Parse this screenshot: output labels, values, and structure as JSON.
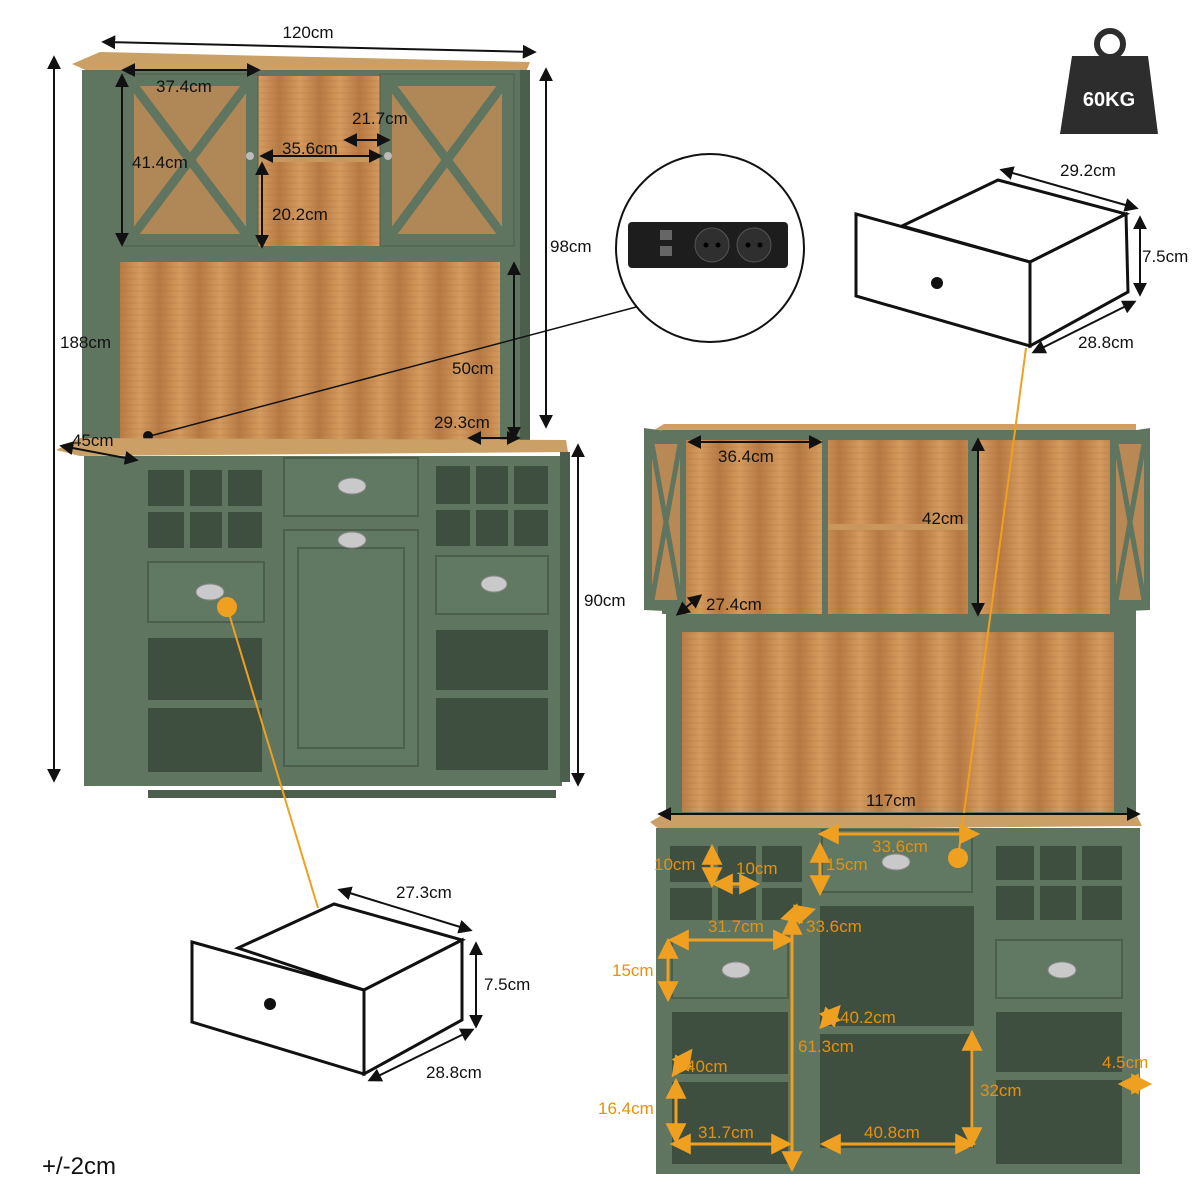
{
  "weight": {
    "label": "60KG"
  },
  "tolerance": "+/-2cm",
  "colors": {
    "cabinet": "#5f7560",
    "cabinet_dark": "#4c5f4d",
    "wood": "#c98f55",
    "accent": "#f0a020"
  },
  "front_view": {
    "width_total": "120cm",
    "height_total": "188cm",
    "hutch_height": "98cm",
    "base_height": "90cm",
    "depth": "45cm",
    "door_width": "37.4cm",
    "door_height": "41.4cm",
    "shelf_width": "35.6cm",
    "gap_width": "21.7cm",
    "shelf_height": "20.2cm",
    "open_height": "50cm",
    "side_depth": "29.3cm"
  },
  "socket": {
    "icon": "power-socket-icon"
  },
  "top_drawer": {
    "width": "29.2cm",
    "height": "7.5cm",
    "depth": "28.8cm"
  },
  "bottom_drawer": {
    "width": "27.3cm",
    "height": "7.5cm",
    "depth": "28.8cm"
  },
  "open_view": {
    "cab_width": "36.4cm",
    "cab_height": "42cm",
    "cab_depth": "27.4cm",
    "counter_width": "117cm",
    "drawer_top_width": "33.6cm",
    "drawer_top_height": "15cm",
    "rack_h": "10cm",
    "rack_w": "10cm",
    "rack_width": "31.7cm",
    "door_width": "33.6cm",
    "side_drawer_height": "15cm",
    "inner_depth": "40.2cm",
    "door_height": "61.3cm",
    "shelf_depth": "40cm",
    "shelf_height": "16.4cm",
    "shelf_width": "31.7cm",
    "inner_width": "40.8cm",
    "inner_height": "32cm",
    "side_gap": "4.5cm"
  }
}
